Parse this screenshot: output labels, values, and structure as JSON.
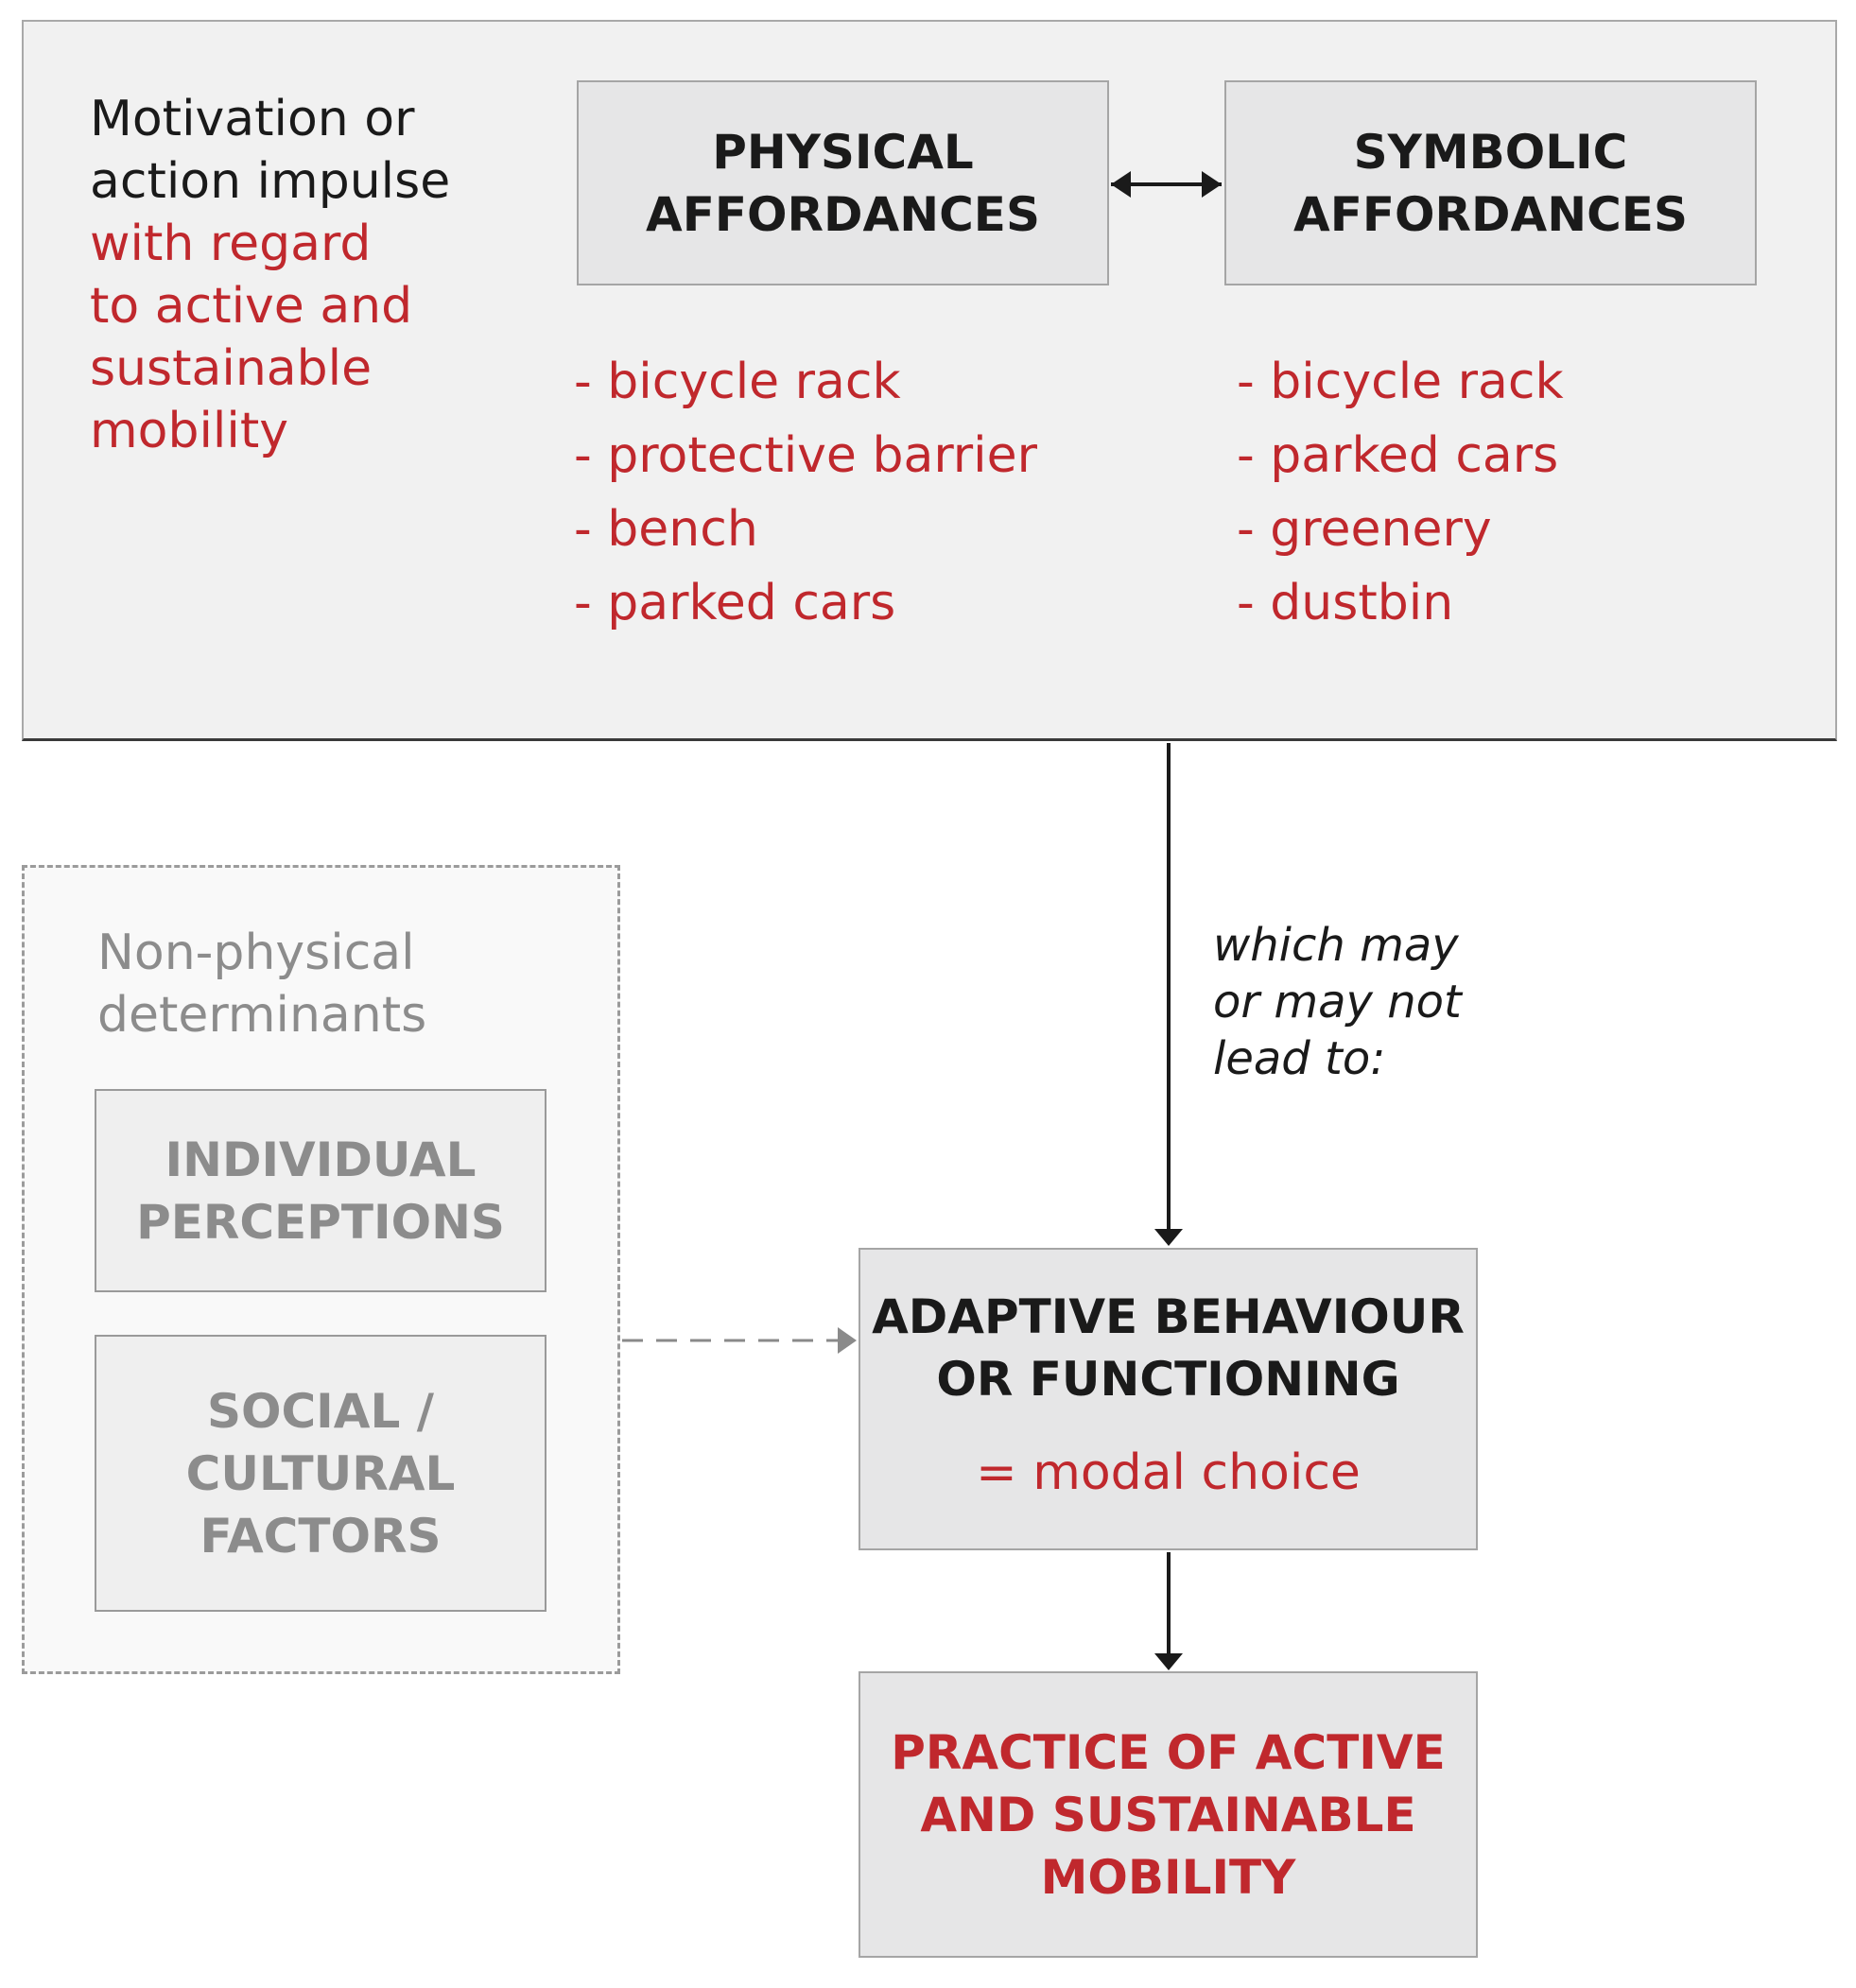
{
  "motivation": {
    "line1": "Motivation or",
    "line2": "action impulse",
    "accent1": "with regard",
    "accent2": "to active and",
    "accent3": "sustainable",
    "accent4": "mobility"
  },
  "physical_affordances": {
    "title_line1": "PHYSICAL",
    "title_line2": "AFFORDANCES",
    "items": [
      "- bicycle rack",
      "- protective barrier",
      "- bench",
      "- parked cars"
    ]
  },
  "symbolic_affordances": {
    "title_line1": "SYMBOLIC",
    "title_line2": "AFFORDANCES",
    "items": [
      "- bicycle rack",
      "- parked cars",
      "- greenery",
      "- dustbin"
    ]
  },
  "non_physical": {
    "title_line1": "Non-physical",
    "title_line2": "determinants",
    "individual_line1": "INDIVIDUAL",
    "individual_line2": "PERCEPTIONS",
    "social_line1": "SOCIAL /",
    "social_line2": "CULTURAL",
    "social_line3": "FACTORS"
  },
  "connector_label": {
    "line1": "which may",
    "line2": "or may not",
    "line3": "lead to:"
  },
  "adaptive": {
    "title_line1": "ADAPTIVE BEHAVIOUR",
    "title_line2": "OR FUNCTIONING",
    "subtitle": "= modal choice"
  },
  "practice": {
    "line1": "PRACTICE OF ACTIVE",
    "line2": "AND SUSTAINABLE",
    "line3": "MOBILITY"
  },
  "colors": {
    "accent_red": "#c0282d",
    "box_fill": "#e6e6e7",
    "panel_fill": "#f1f1f1",
    "muted_text": "#8c8c8c"
  }
}
